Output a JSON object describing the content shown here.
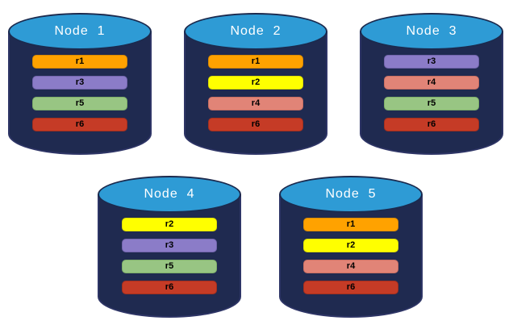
{
  "diagram": {
    "description": "Five database nodes each storing four replicas",
    "background": "#FFFFFF"
  },
  "colors": {
    "cylinder_body": "#1F2A50",
    "cylinder_outline": "#2E3566",
    "cylinder_top": "#2E9BD5",
    "cylinder_top_outline": "#1B2A4E",
    "title_text": "#FFFFFF",
    "bar_text": "#000000"
  },
  "replica_colors": {
    "r1": {
      "fill": "#FFA200",
      "border": "#D98A00"
    },
    "r2": {
      "fill": "#FFFF00",
      "border": "#DEDE00"
    },
    "r3": {
      "fill": "#8B7CC8",
      "border": "#7265AC"
    },
    "r4": {
      "fill": "#E18477",
      "border": "#C96F62"
    },
    "r5": {
      "fill": "#98C583",
      "border": "#7EAE69"
    },
    "r6": {
      "fill": "#C53B26",
      "border": "#A32F1E"
    }
  },
  "nodes": [
    {
      "title": "Node  1",
      "replicas": [
        "r1",
        "r3",
        "r5",
        "r6"
      ]
    },
    {
      "title": "Node  2",
      "replicas": [
        "r1",
        "r2",
        "r4",
        "r6"
      ]
    },
    {
      "title": "Node  3",
      "replicas": [
        "r3",
        "r4",
        "r5",
        "r6"
      ]
    },
    {
      "title": "Node  4",
      "replicas": [
        "r2",
        "r3",
        "r5",
        "r6"
      ]
    },
    {
      "title": "Node  5",
      "replicas": [
        "r1",
        "r2",
        "r4",
        "r6"
      ]
    }
  ]
}
